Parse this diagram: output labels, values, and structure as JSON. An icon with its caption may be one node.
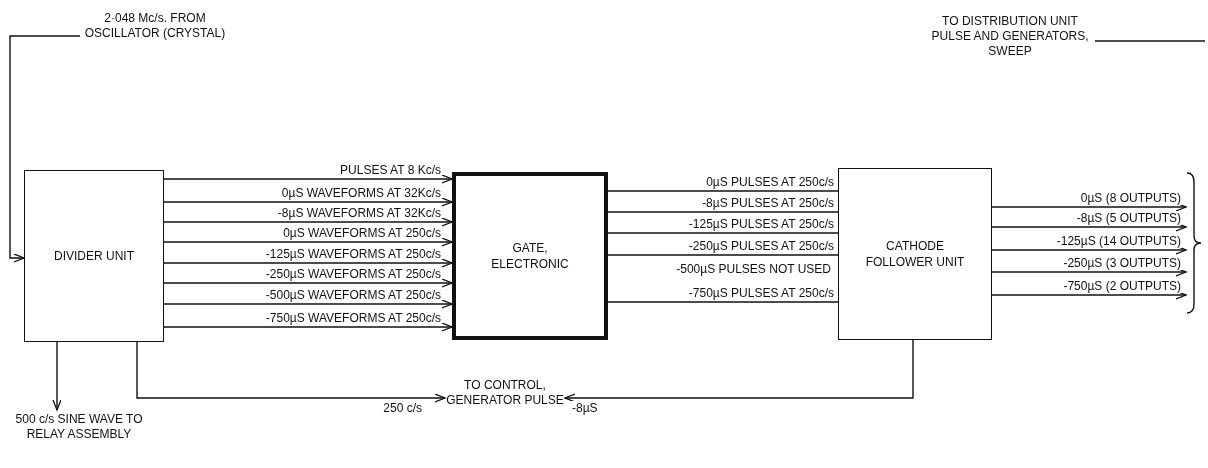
{
  "diagram": {
    "nodes": [
      {
        "text": [
          "2·048 Mc/s. FROM OSCILLATOR (CRYSTAL)"
        ]
      },
      {
        "text": [
          "DIVIDER UNIT"
        ]
      },
      {
        "text": [
          "GATE, ELECTRONIC"
        ]
      },
      {
        "text": [
          "CATHODE FOLLOWER UNIT"
        ]
      },
      {
        "text": [
          "TO DISTRIBUTION UNIT PULSE AND GENERATORS, SWEEP"
        ]
      },
      {
        "text": [
          "TO CONTROL, GENERATOR PULSE"
        ]
      },
      {
        "text": [
          "500 c/s SINE WAVE TO RELAY ASSEMBLY"
        ]
      },
      {
        "text": [],
        "shape": "brace"
      }
    ],
    "edges": [
      {
        "from": 0,
        "to": 1,
        "arrow": "to"
      },
      {
        "from": 1,
        "to": 2,
        "arrow": "to",
        "label": "PULSES AT 8 Kc/s"
      },
      {
        "from": 1,
        "to": 2,
        "arrow": "to",
        "label": "0µS WAVEFORMS AT 32Kc/s"
      },
      {
        "from": 1,
        "to": 2,
        "arrow": "to",
        "label": "-8µS WAVEFORMS AT 32Kc/s"
      },
      {
        "from": 1,
        "to": 2,
        "arrow": "to",
        "label": "0µS WAVEFORMS AT 250c/s"
      },
      {
        "from": 1,
        "to": 2,
        "arrow": "to",
        "label": "-125µS WAVEFORMS AT 250c/s"
      },
      {
        "from": 1,
        "to": 2,
        "arrow": "to",
        "label": "-250µS WAVEFORMS AT 250c/s"
      },
      {
        "from": 1,
        "to": 2,
        "arrow": "to",
        "label": "-500µS WAVEFORMS AT 250c/s"
      },
      {
        "from": 1,
        "to": 2,
        "arrow": "to",
        "label": "-750µS WAVEFORMS AT 250c/s"
      },
      {
        "from": 2,
        "to": 3,
        "arrow": "none",
        "label": "0µS PULSES AT 250c/s"
      },
      {
        "from": 2,
        "to": 3,
        "arrow": "none",
        "label": "-8µS PULSES AT 250c/s"
      },
      {
        "from": 2,
        "to": 3,
        "arrow": "none",
        "label": "-125µS PULSES AT 250c/s"
      },
      {
        "from": 2,
        "to": 3,
        "arrow": "none",
        "label": "-250µS PULSES AT 250c/s"
      },
      {
        "from": 2,
        "to": 3,
        "arrow": "none",
        "label": "-750µS PULSES AT 250c/s"
      },
      {
        "from": 3,
        "to": 7,
        "arrow": "to",
        "label": "0µS (8 OUTPUTS)"
      },
      {
        "from": 3,
        "to": 7,
        "arrow": "to",
        "label": "-8µS (5 OUTPUTS)"
      },
      {
        "from": 3,
        "to": 7,
        "arrow": "to",
        "label": "-125µS (14 OUTPUTS)"
      },
      {
        "from": 3,
        "to": 7,
        "arrow": "to",
        "label": "-250µS (3 OUTPUTS)"
      },
      {
        "from": 3,
        "to": 7,
        "arrow": "to",
        "label": "-750µS (2 OUTPUTS)"
      },
      {
        "from": 1,
        "to": 6,
        "arrow": "to"
      },
      {
        "from": 1,
        "to": 5,
        "arrow": "to",
        "label": "250 c/s"
      },
      {
        "from": 3,
        "to": 5,
        "arrow": "to",
        "label": "-8µS"
      },
      {
        "from": 4,
        "to": null,
        "arrow": "none"
      }
    ],
    "labels": [
      "-500µS PULSES NOT USED"
    ]
  }
}
